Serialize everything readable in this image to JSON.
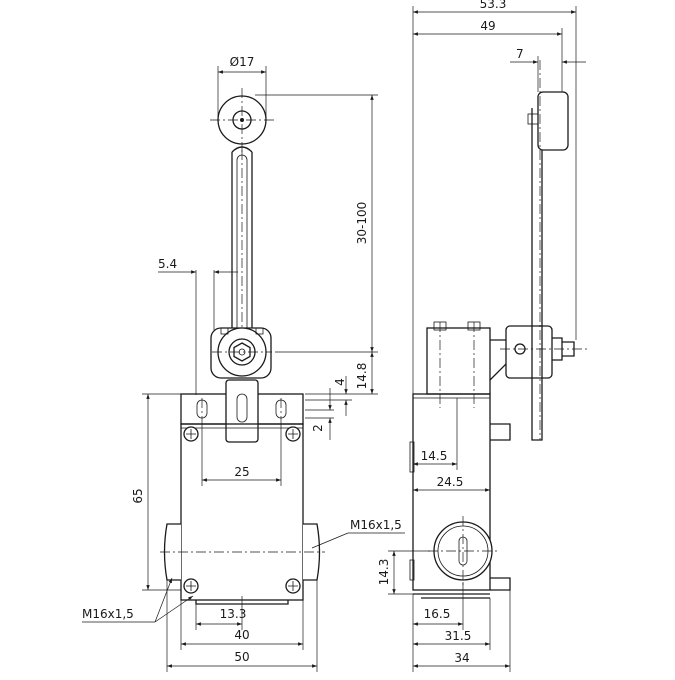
{
  "front_view": {
    "dim_roller_diameter": "Ø17",
    "dim_lever_length": "30-100",
    "dim_slot_width": "5.4",
    "dim_offset_4": "4",
    "dim_offset_14_8": "14.8",
    "dim_offset_2": "2",
    "dim_mount_holes_top": "25",
    "dim_height": "65",
    "dim_thread_right": "M16x1,5",
    "dim_thread_left": "M16x1,5",
    "dim_13_3": "13.3",
    "dim_40": "40",
    "dim_50": "50"
  },
  "side_view": {
    "dim_53_3": "53.3",
    "dim_49": "49",
    "dim_7": "7",
    "dim_14_5": "14.5",
    "dim_24_5": "24.5",
    "dim_14_3": "14.3",
    "dim_16_5": "16.5",
    "dim_31_5": "31.5",
    "dim_34": "34"
  }
}
